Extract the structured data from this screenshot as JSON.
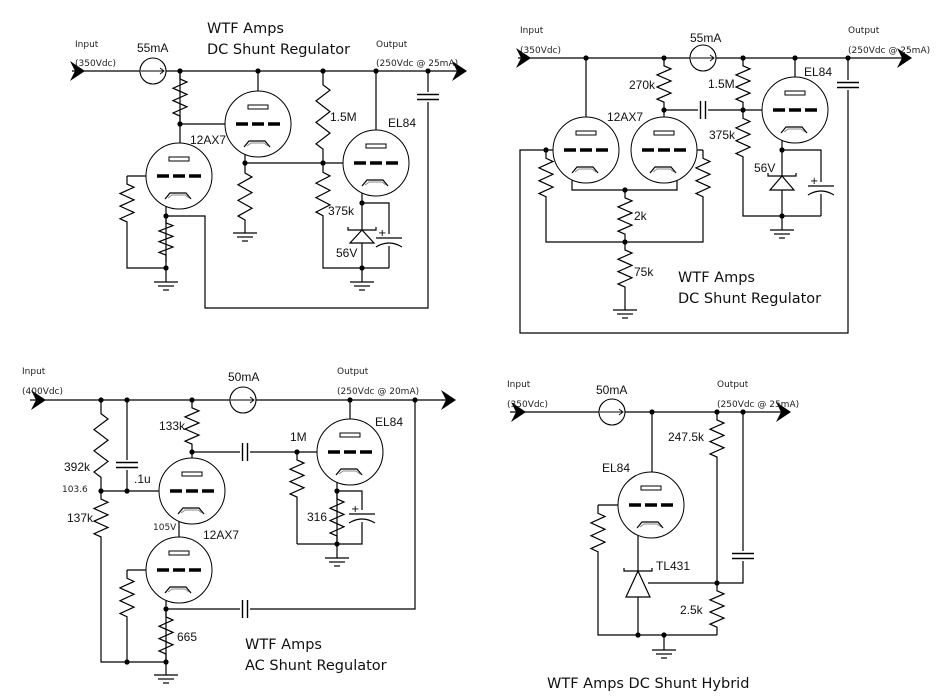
{
  "circuits": [
    {
      "title_line1": "WTF Amps",
      "title_line2": "DC Shunt Regulator",
      "input_label": "Input",
      "input_voltage": "(350Vdc)",
      "output_label": "Output",
      "output_spec": "(250Vdc @ 25mA)",
      "current_source": "55mA",
      "labels": {
        "tube1": "12AX7",
        "tube2": "EL84",
        "r_upper": "1.5M",
        "r_lower": "375k",
        "zener": "56V"
      }
    },
    {
      "title_line1": "WTF Amps",
      "title_line2": "DC Shunt Regulator",
      "input_label": "Input",
      "input_voltage": "(350Vdc)",
      "output_label": "Output",
      "output_spec": "(250Vdc @ 25mA)",
      "current_source": "55mA",
      "labels": {
        "tube1": "12AX7",
        "tube2": "EL84",
        "r_plate": "270k",
        "r_upper": "1.5M",
        "r_lower": "375k",
        "zener": "56V",
        "r_tail": "2k",
        "r_bias": "75k"
      }
    },
    {
      "title_line1": "WTF Amps",
      "title_line2": "AC Shunt Regulator",
      "input_label": "Input",
      "input_voltage": "(400Vdc)",
      "output_label": "Output",
      "output_spec": "(250Vdc @ 20mA)",
      "current_source": "50mA",
      "labels": {
        "tube1": "12AX7",
        "tube2": "EL84",
        "r_plate": "133k",
        "r_grid": "1M",
        "r_div_top": "392k",
        "cap": ".1u",
        "node_v": "103.6",
        "r_div_bot": "137k",
        "r_cath_el84": "316",
        "v_cath": "105V",
        "r_cath": "665"
      }
    },
    {
      "title": "WTF Amps DC Shunt Hybrid",
      "input_label": "Input",
      "input_voltage": "(350Vdc)",
      "output_label": "Output",
      "output_spec": "(250Vdc @ 25mA)",
      "current_source": "50mA",
      "labels": {
        "tube": "EL84",
        "r_top": "247.5k",
        "reference": "TL431",
        "r_bot": "2.5k"
      }
    }
  ]
}
